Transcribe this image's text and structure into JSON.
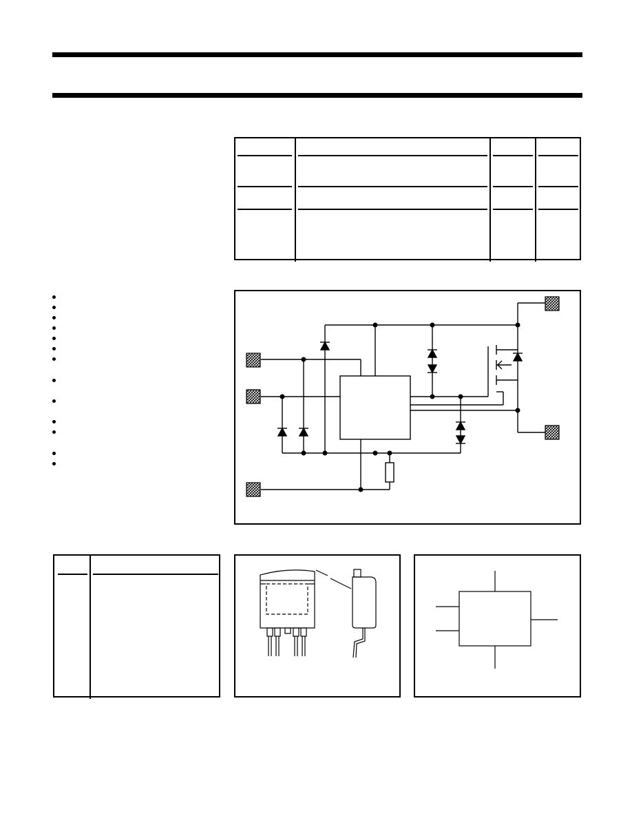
{
  "header": {},
  "quick_reference_table": {
    "columns": 4,
    "row_groups": 3
  },
  "features": {
    "bullet_count": 13
  },
  "block_diagram": {
    "terminal_count": 5
  },
  "pinning_table": {
    "columns": 2
  },
  "package_outline": {},
  "symbol": {}
}
